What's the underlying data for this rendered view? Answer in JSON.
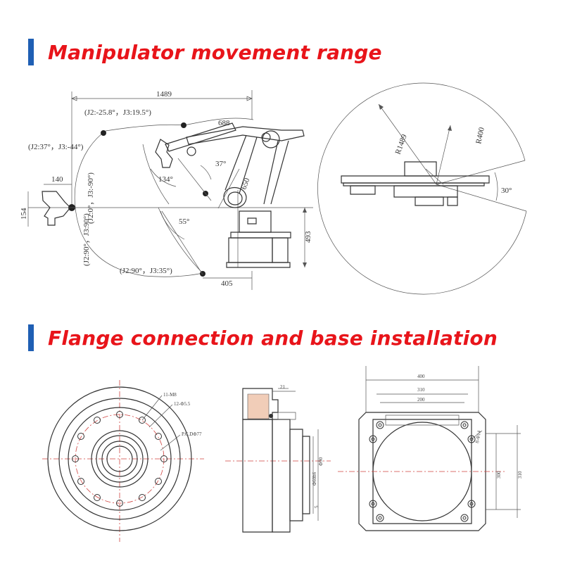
{
  "headings": {
    "movement_range": "Manipulator movement range",
    "flange_base": "Flange connection and base installation"
  },
  "colors": {
    "heading_text": "#e8141a",
    "heading_bar": "#1f5fb4"
  },
  "range_side": {
    "reach": "1489",
    "pose_top": "(J2:-25.8°，J3:19.5°)",
    "pose_left": "(J2:37°，J3:-44°)",
    "pose_mid": "(J2:0°，J3:-90°)",
    "pose_low": "(J2:90°，J3:90°)",
    "pose_bottom": "(J2:90°，J3:35°)",
    "d688": "688",
    "a37": "37°",
    "a134": "134°",
    "d650": "650",
    "a55": "55°",
    "d140": "140",
    "d154": "154",
    "d493": "493",
    "d405": "405"
  },
  "range_top": {
    "r1489": "R1489",
    "r400": "R400",
    "a30": "30°"
  },
  "flange_front": {
    "callout1": "11-M8",
    "callout2": "12-Φ5.5",
    "callout3": "P.C.DΦ77"
  },
  "flange_side": {
    "d21": "21",
    "d_inner": "Φ60h6",
    "d_outer": "Φ90",
    "d5": "5"
  },
  "base_plate": {
    "w400": "400",
    "w310": "310",
    "w200": "200",
    "bolts": "8-Φ14",
    "h300": "300",
    "h310": "310"
  }
}
